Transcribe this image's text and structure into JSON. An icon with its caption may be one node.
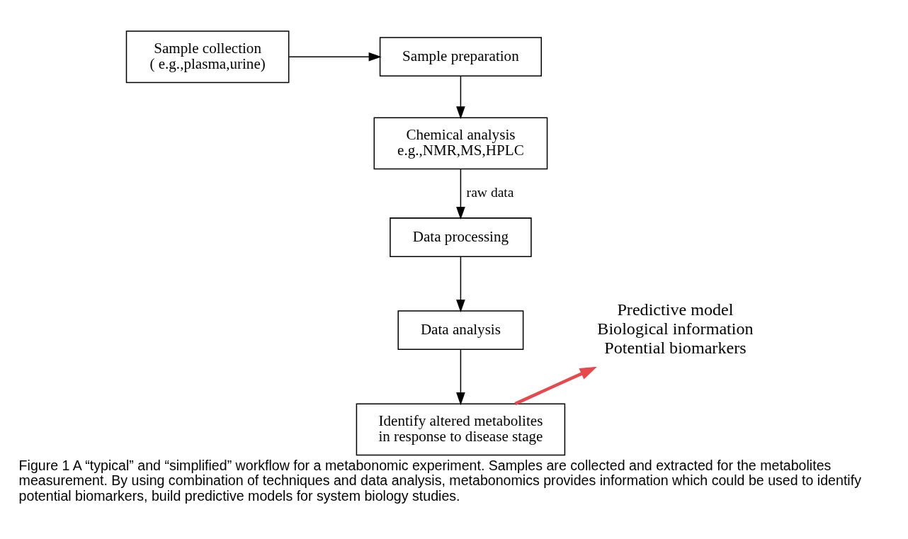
{
  "diagram": {
    "caption": "Figure 1 A “typical” and “simplified” workflow for a metabonomic experiment. Samples are collected and extracted for the metabolites measurement. By using combination of techniques and data analysis, metabonomics provides information which could be used to identify potential biomarkers, build predictive models for system biology studies.",
    "nodes": [
      {
        "text": [
          "Sample collection",
          "( e.g.,plasma,urine)"
        ]
      },
      {
        "text": [
          "Sample preparation"
        ]
      },
      {
        "text": [
          "Chemical analysis",
          "e.g.,NMR,MS,HPLC"
        ]
      },
      {
        "text": [
          "Data processing"
        ]
      },
      {
        "text": [
          "Data analysis"
        ]
      },
      {
        "text": [
          "Identify altered metabolites in response to disease stage"
        ]
      },
      {
        "text": [
          "Predictive model",
          "Biological information",
          "Potential biomarkers"
        ]
      }
    ],
    "edges": [
      {
        "from": 0,
        "to": 1,
        "arrow": "to"
      },
      {
        "from": 1,
        "to": 2,
        "arrow": "to"
      },
      {
        "from": 2,
        "to": 3,
        "arrow": "to",
        "label": "raw data"
      },
      {
        "from": 3,
        "to": 4,
        "arrow": "to"
      },
      {
        "from": 4,
        "to": 5,
        "arrow": "to"
      },
      {
        "from": 5,
        "to": 6,
        "arrow": "to",
        "style": "thick",
        "color": "#e8484c"
      }
    ]
  }
}
